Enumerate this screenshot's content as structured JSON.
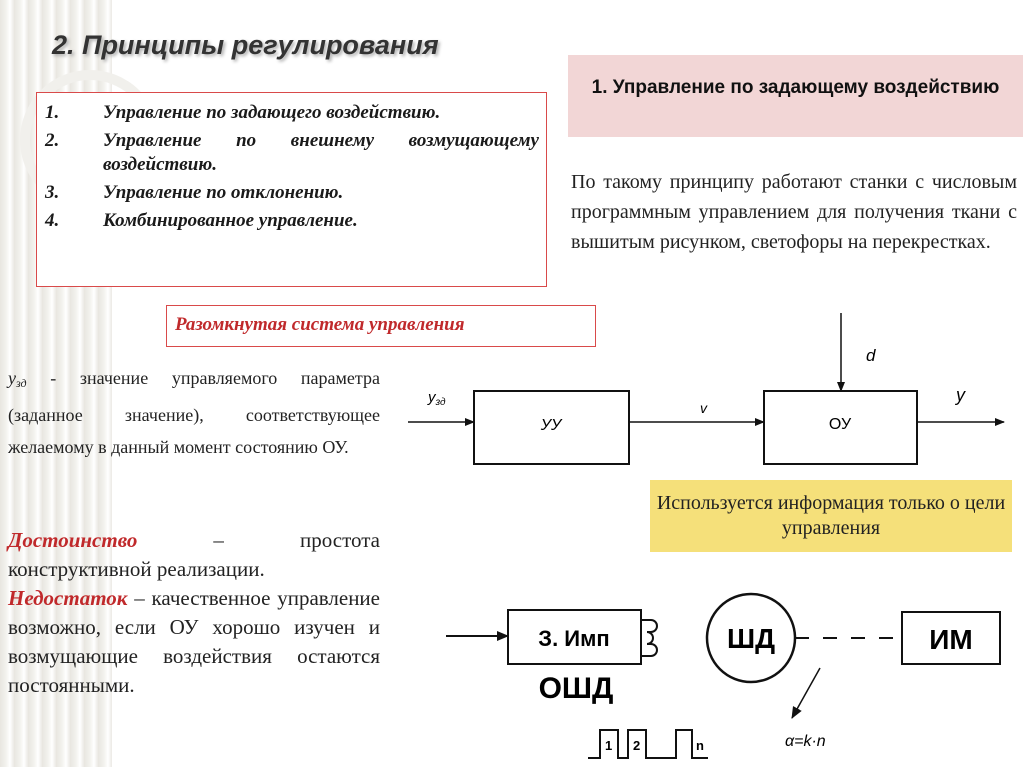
{
  "title": "2. Принципы регулирования",
  "principles": [
    {
      "num": "1.",
      "text": "Управление по задающего воздействию."
    },
    {
      "num": "2.",
      "text": "Управление по внешнему возмущающему воздействию."
    },
    {
      "num": "3.",
      "text": "Управление по отклонению."
    },
    {
      "num": "4.",
      "text": "Комбинированное управление."
    }
  ],
  "section_heading": "1. Управление по задающему воздействию",
  "description": "По такому принципу работают станки с числовым программным управлением для получения ткани с вышитым рисунком, светофоры на перекрестках.",
  "open_system_label": "Разомкнутая система управления",
  "definition": {
    "symbol": "y",
    "subscript": "зд",
    "text": " - значение управляемого параметра (заданное значение), соответствующее желаемому в данный момент состоянию ОУ."
  },
  "advantage": {
    "label": "Достоинство",
    "text": " – простота конструктивной реализации."
  },
  "disadvantage": {
    "label": "Недостаток",
    "text": " – качественное управление возможно, если ОУ хорошо изучен и возмущающие воздействия остаются постоянными."
  },
  "info_note": "Используется информация только о цели управления",
  "block_diagram": {
    "input": "y",
    "input_sub": "зд",
    "controller": "УУ",
    "signal": "v",
    "object": "ОУ",
    "disturbance": "d",
    "output": "y"
  },
  "stepper_diagram": {
    "pulse_block": "З. Имп",
    "motor": "ШД",
    "actuator": "ИМ",
    "caption": "ОШД",
    "pulse_labels": [
      "1",
      "2",
      "n"
    ],
    "formula": "α=k·n"
  }
}
